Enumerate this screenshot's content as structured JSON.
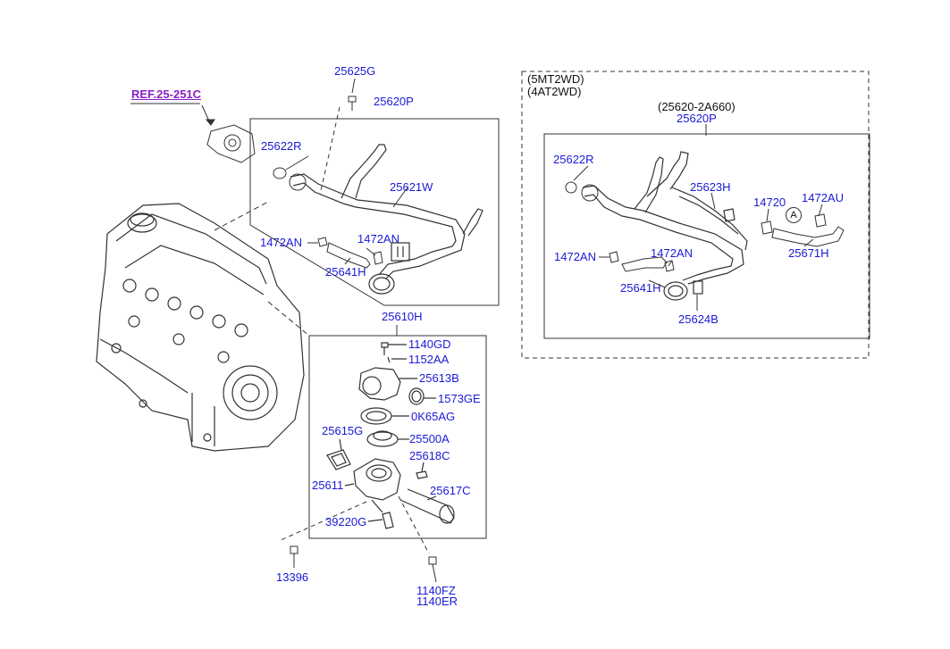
{
  "reference": {
    "label": "REF.25-251C"
  },
  "variant_note": {
    "line1": "(5MT2WD)",
    "line2": "(4AT2WD)"
  },
  "circle_marker": {
    "label": "A"
  },
  "colors": {
    "part_label": "#1a1ad6",
    "ref_label": "#8a1fc7",
    "line": "#333333"
  },
  "parts": {
    "p25625G": "25625G",
    "p25620P_left": "25620P",
    "p25622R_left": "25622R",
    "p25621W": "25621W",
    "p1472AN_left_a": "1472AN",
    "p1472AN_left_b": "1472AN",
    "p25641H_left": "25641H",
    "p25620_2A660": "(25620-2A660)",
    "p25620P_right": "25620P",
    "p25622R_right": "25622R",
    "p25623H": "25623H",
    "p14720": "14720",
    "p1472AU": "1472AU",
    "p25671H": "25671H",
    "p1472AN_right_a": "1472AN",
    "p1472AN_right_b": "1472AN",
    "p25641H_right": "25641H",
    "p25624B": "25624B",
    "p25610H": "25610H",
    "p1140GD": "1140GD",
    "p1152AA": "1152AA",
    "p25613B": "25613B",
    "p1573GE": "1573GE",
    "p0K65AG": "0K65AG",
    "p25615G": "25615G",
    "p25500A": "25500A",
    "p25618C": "25618C",
    "p25611": "25611",
    "p25617C": "25617C",
    "p39220G": "39220G",
    "p13396": "13396",
    "p1140FZ": "1140FZ",
    "p1140ER": "1140ER"
  }
}
